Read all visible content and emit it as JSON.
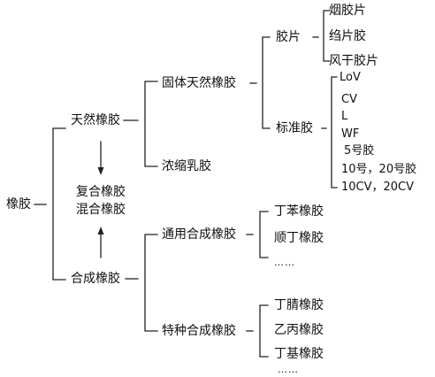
{
  "root": "橡胶",
  "natural": {
    "label": "天然橡胶",
    "children": {
      "solid": {
        "label": "固体天然橡胶",
        "sheet": {
          "label": "胶片",
          "items": [
            "烟胶片",
            "绉片胶",
            "风干胶片"
          ]
        },
        "standard": {
          "label": "标准胶",
          "items": [
            "LoV",
            "CV",
            "L",
            "WF",
            "5号胶",
            "10号，20号胶",
            "10CV，20CV"
          ]
        }
      },
      "latex": {
        "label": "浓缩乳胶"
      }
    }
  },
  "middle": {
    "line1": "复合橡胶",
    "line2": "混合橡胶"
  },
  "synthetic": {
    "label": "合成橡胶",
    "general": {
      "label": "通用合成橡胶",
      "items": [
        "丁苯橡胶",
        "顺丁橡胶"
      ],
      "more": "……"
    },
    "special": {
      "label": "特种合成橡胶",
      "items": [
        "丁腈橡胶",
        "乙丙橡胶",
        "丁基橡胶"
      ],
      "more": "……"
    }
  },
  "colors": {
    "text": "#111111",
    "line": "#222222",
    "background": "#ffffff"
  }
}
